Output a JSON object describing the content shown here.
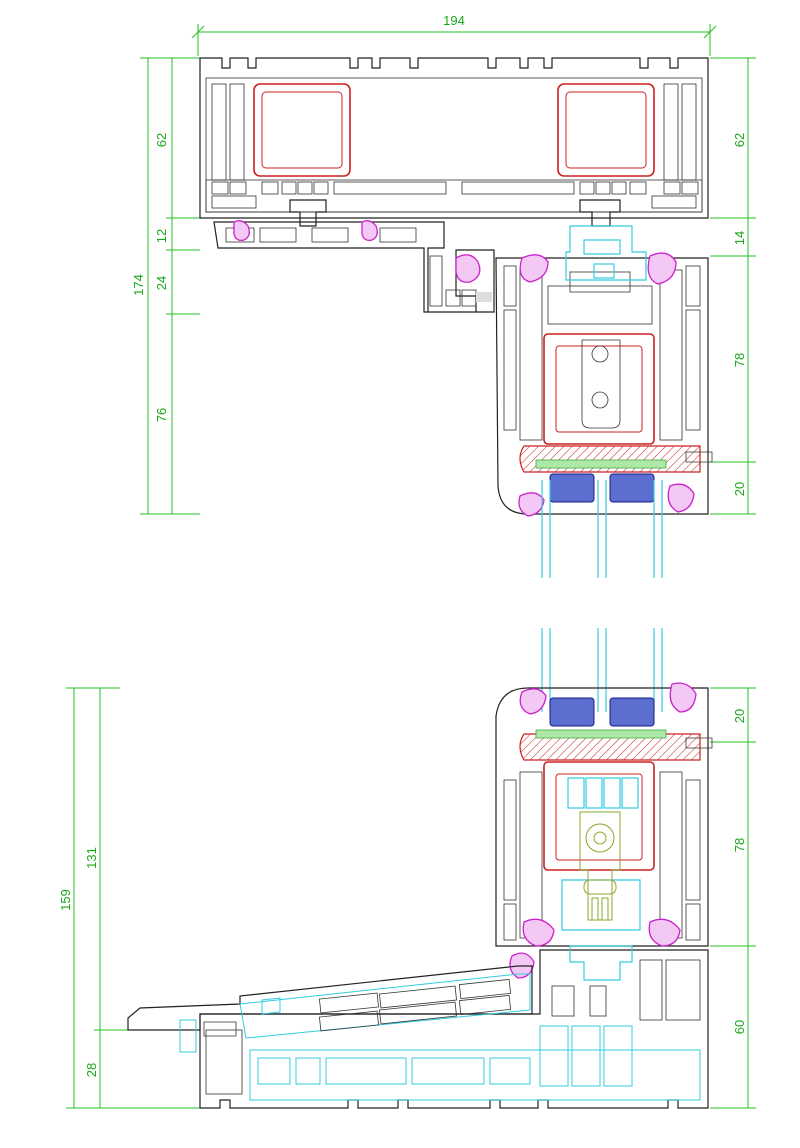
{
  "dimensions": {
    "top_width": "194",
    "head_left_frame": "62",
    "head_left_gap": "12",
    "head_left_sash_top": "24",
    "head_left_sash": "76",
    "head_left_total": "174",
    "head_right_frame": "62",
    "head_right_gap": "14",
    "head_right_sash": "78",
    "head_right_glazing": "20",
    "sill_left_total": "159",
    "sill_left_upper": "131",
    "sill_left_lower": "28",
    "sill_right_glazing": "20",
    "sill_right_sash": "78",
    "sill_right_frame": "60"
  },
  "colors": {
    "dimension": "#22c022",
    "profile": "#222222",
    "steel": "#cc2020",
    "glass": "#33cce0",
    "gasket": "#cc22cc",
    "spacer": "#5a6fd0",
    "hardware": "#88a82a"
  }
}
